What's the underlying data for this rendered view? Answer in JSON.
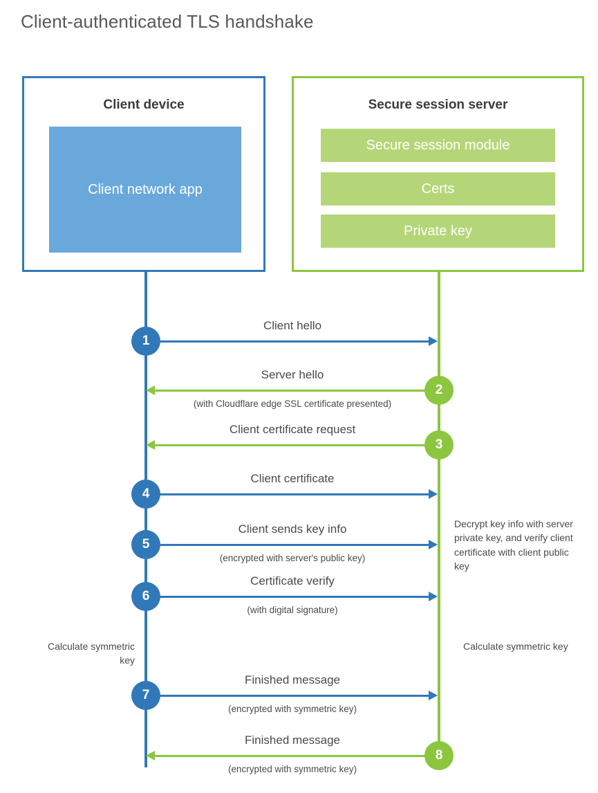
{
  "title": "Client-authenticated TLS handshake",
  "colors": {
    "client_blue": "#3178b9",
    "client_app_blue": "#6aa8dc",
    "server_green": "#8cc63f",
    "server_block_green": "#b5d678",
    "text_gray": "#4a4a4a",
    "title_gray": "#58585a"
  },
  "client": {
    "title": "Client device",
    "blocks": [
      {
        "label": "Client network app"
      }
    ]
  },
  "server": {
    "title": "Secure session server",
    "blocks": [
      {
        "label": "Secure session module"
      },
      {
        "label": "Certs"
      },
      {
        "label": "Private key"
      }
    ]
  },
  "steps": [
    {
      "number": "1",
      "label": "Client hello",
      "sublabel": "",
      "direction": "client-to-server",
      "color": "blue"
    },
    {
      "number": "2",
      "label": "Server hello",
      "sublabel": "(with Cloudflare edge SSL certificate presented)",
      "direction": "server-to-client",
      "color": "green"
    },
    {
      "number": "3",
      "label": "Client certificate request",
      "sublabel": "",
      "direction": "server-to-client",
      "color": "green"
    },
    {
      "number": "4",
      "label": "Client certificate",
      "sublabel": "",
      "direction": "client-to-server",
      "color": "blue"
    },
    {
      "number": "5",
      "label": "Client sends key info",
      "sublabel": "(encrypted with server's public key)",
      "direction": "client-to-server",
      "color": "blue"
    },
    {
      "number": "6",
      "label": "Certificate verify",
      "sublabel": "(with digital signature)",
      "direction": "client-to-server",
      "color": "blue"
    },
    {
      "number": "7",
      "label": "Finished message",
      "sublabel": "(encrypted with symmetric key)",
      "direction": "client-to-server",
      "color": "blue"
    },
    {
      "number": "8",
      "label": "Finished message",
      "sublabel": "(encrypted with symmetric key)",
      "direction": "server-to-client",
      "color": "green"
    }
  ],
  "notes": {
    "decrypt": "Decrypt key info with server private key, and verify client certificate with client public key",
    "client_symmetric_key": "Calculate symmetric key",
    "server_symmetric_key": "Calculate symmetric key"
  }
}
